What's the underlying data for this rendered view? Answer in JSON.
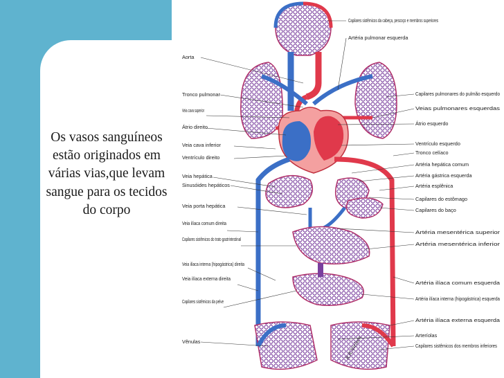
{
  "slide": {
    "caption": "Os vasos sanguíneos estão originados em várias vias,que levam sangue para os tecidos do corpo"
  },
  "diagram": {
    "labels_left": [
      "Aorta",
      "Tronco pulmonar",
      "Veia cava superior",
      "Átrio direito",
      "Veia cava inferior",
      "Ventrículo direito",
      "Veia hepática",
      "Sinusóides hepáticos",
      "Veia porta hepática",
      "Veia ilíaca comum direita",
      "Capilares sistêmicos do trato gastrintestinal",
      "Veia ilíaca interna (hipogástrica) direita",
      "Veia ilíaca externa direita",
      "Capilares sistêmicos da pelve",
      "Vênulas"
    ],
    "labels_right": [
      "Capilares sistêmicos da cabeça, pescoço e membros superiores",
      "Artéria pulmonar esquerda",
      "Capilares pulmonares do pulmão esquerdo",
      "Veias pulmonares esquerdas",
      "Átrio esquerdo",
      "Ventrículo esquerdo",
      "Tronco celíaco",
      "Artéria hepática comum",
      "Artéria gástrica esquerda",
      "Artéria esplênica",
      "Capilares do estômago",
      "Capilares do baço",
      "Artéria mesentérica superior",
      "Artéria mesentérica inferior",
      "Artéria ilíaca comum esquerda",
      "Artéria ilíaca interna (hipogástrica) esquerda",
      "Artéria ilíaca externa esquerda",
      "Arteríolas",
      "Capilares sistêmicos dos membros inferiores"
    ],
    "signature": "R.R.Nielsen",
    "colors": {
      "venous": "#3b6fc6",
      "arterial": "#e0394b",
      "accent_bar": "#5fb3cf"
    }
  }
}
